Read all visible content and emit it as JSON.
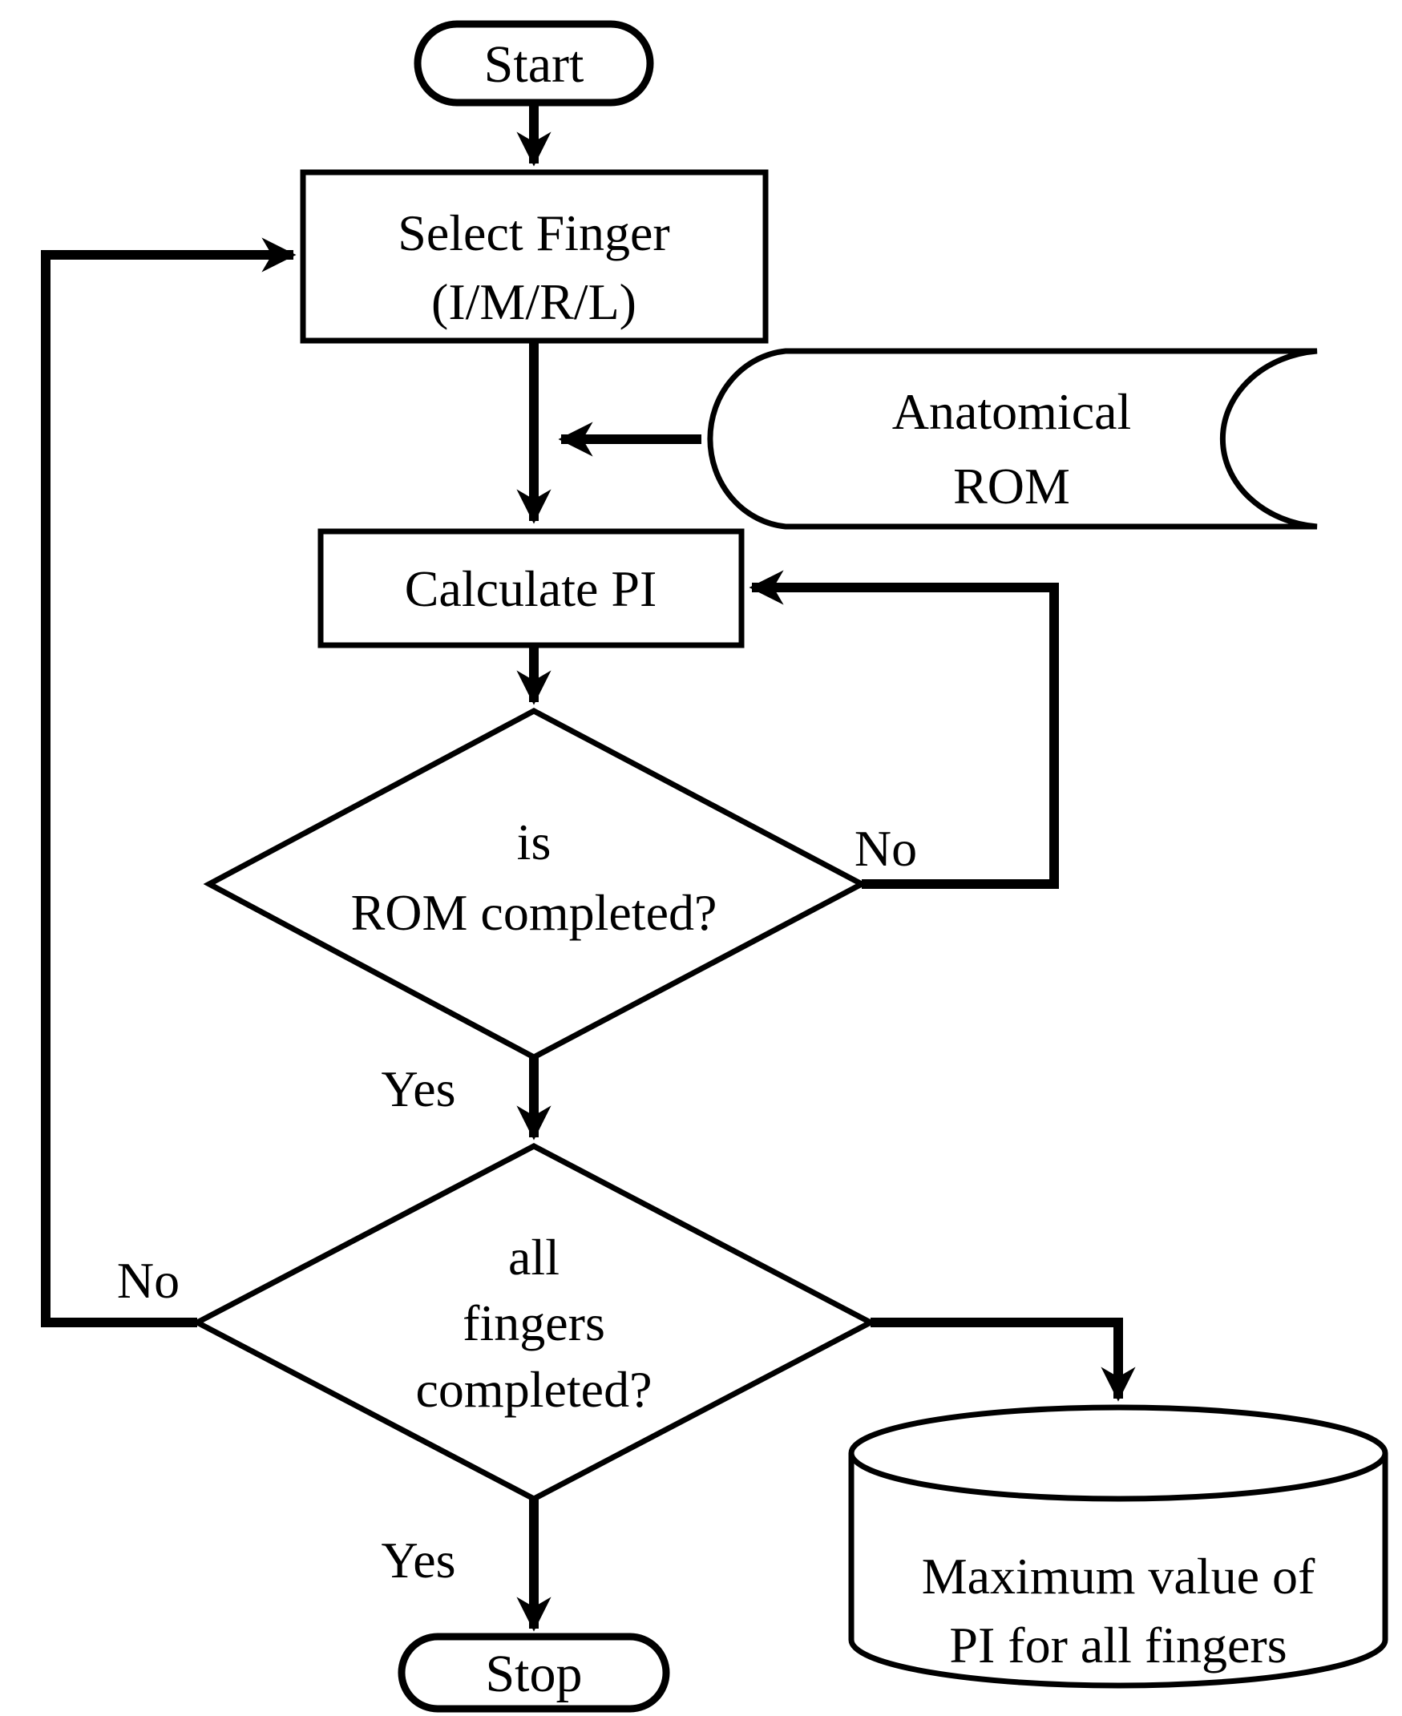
{
  "figure": {
    "type": "flowchart",
    "background_color": "#ffffff",
    "line_color": "#000000",
    "text_color": "#000000"
  },
  "nodes": {
    "start": {
      "shape": "terminator",
      "label": "Start"
    },
    "select_finger": {
      "shape": "process",
      "line1": "Select Finger",
      "line2": "(I/M/R/L)"
    },
    "anatomical_rom": {
      "shape": "stored-data",
      "line1": "Anatomical",
      "line2": "ROM"
    },
    "calculate_pi": {
      "shape": "process",
      "label": "Calculate PI"
    },
    "is_rom_completed": {
      "shape": "decision",
      "line1": "is",
      "line2": "ROM completed?"
    },
    "all_fingers_completed": {
      "shape": "decision",
      "line1": "all",
      "line2": "fingers",
      "line3": "completed?"
    },
    "stop": {
      "shape": "terminator",
      "label": "Stop"
    },
    "max_pi": {
      "shape": "database",
      "line1": "Maximum value of",
      "line2": "PI for all fingers"
    }
  },
  "edge_labels": {
    "rom_no": "No",
    "rom_yes": "Yes",
    "fingers_no": "No",
    "fingers_yes": "Yes"
  }
}
